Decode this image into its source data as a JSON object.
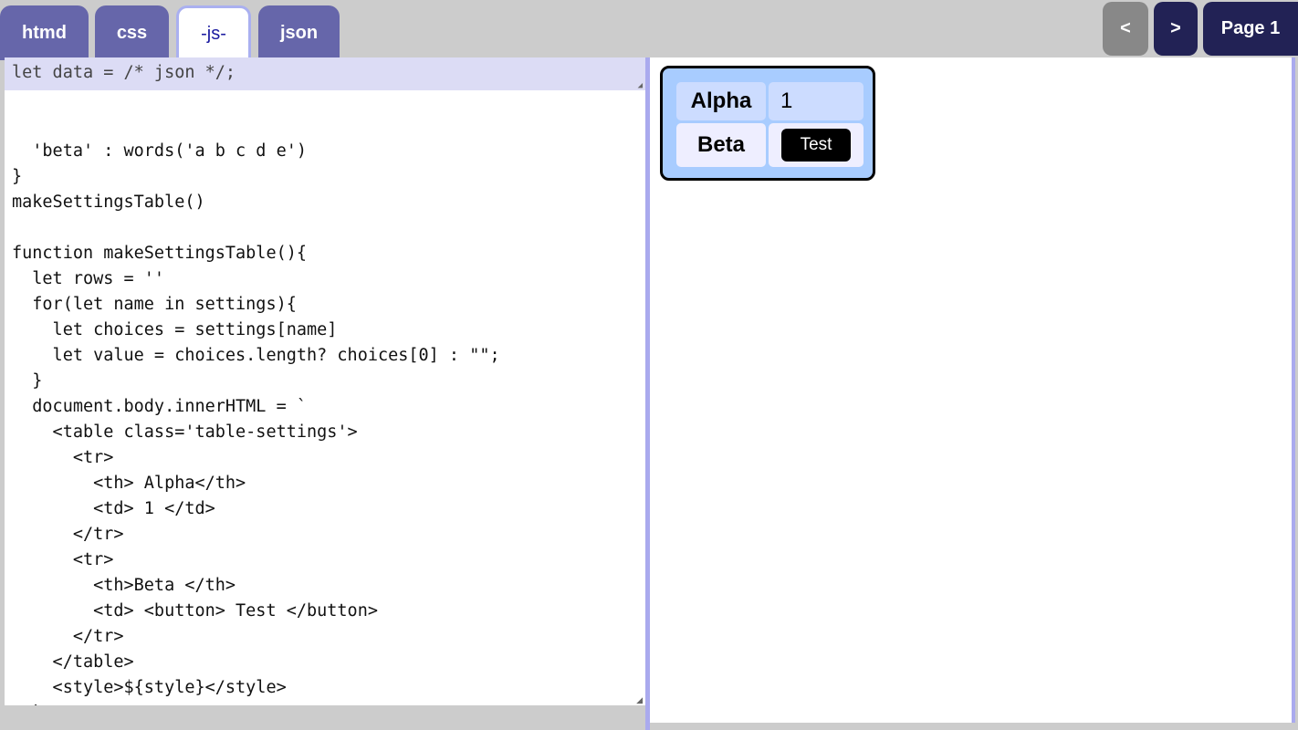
{
  "tabs": [
    {
      "label": "htmd"
    },
    {
      "label": "css"
    },
    {
      "label": "-js-",
      "active": true
    },
    {
      "label": "json"
    }
  ],
  "nav": {
    "prev": "<",
    "next": ">",
    "page": "Page 1"
  },
  "editor": {
    "top_line": "let data = /* json */;",
    "code": "  'beta' : words('a b c d e')\n}\nmakeSettingsTable()\n\nfunction makeSettingsTable(){\n  let rows = ''\n  for(let name in settings){\n    let choices = settings[name]\n    let value = choices.length? choices[0] : \"\";\n  }\n  document.body.innerHTML = `\n    <table class='table-settings'>\n      <tr>\n        <th> Alpha</th>\n        <td> 1 </td>\n      </tr>\n      <tr>\n        <th>Beta </th>\n        <td> <button> Test </button>\n      </tr>\n    </table>\n    <style>${style}</style>\n  `\n}"
  },
  "preview": {
    "rows": [
      {
        "label": "Alpha",
        "value": "1"
      },
      {
        "label": "Beta",
        "button": "Test"
      }
    ]
  },
  "colors": {
    "tab": "#6666aa",
    "nav_dark": "#222255",
    "nav_disabled": "#888888",
    "card": "#a8ccff"
  }
}
